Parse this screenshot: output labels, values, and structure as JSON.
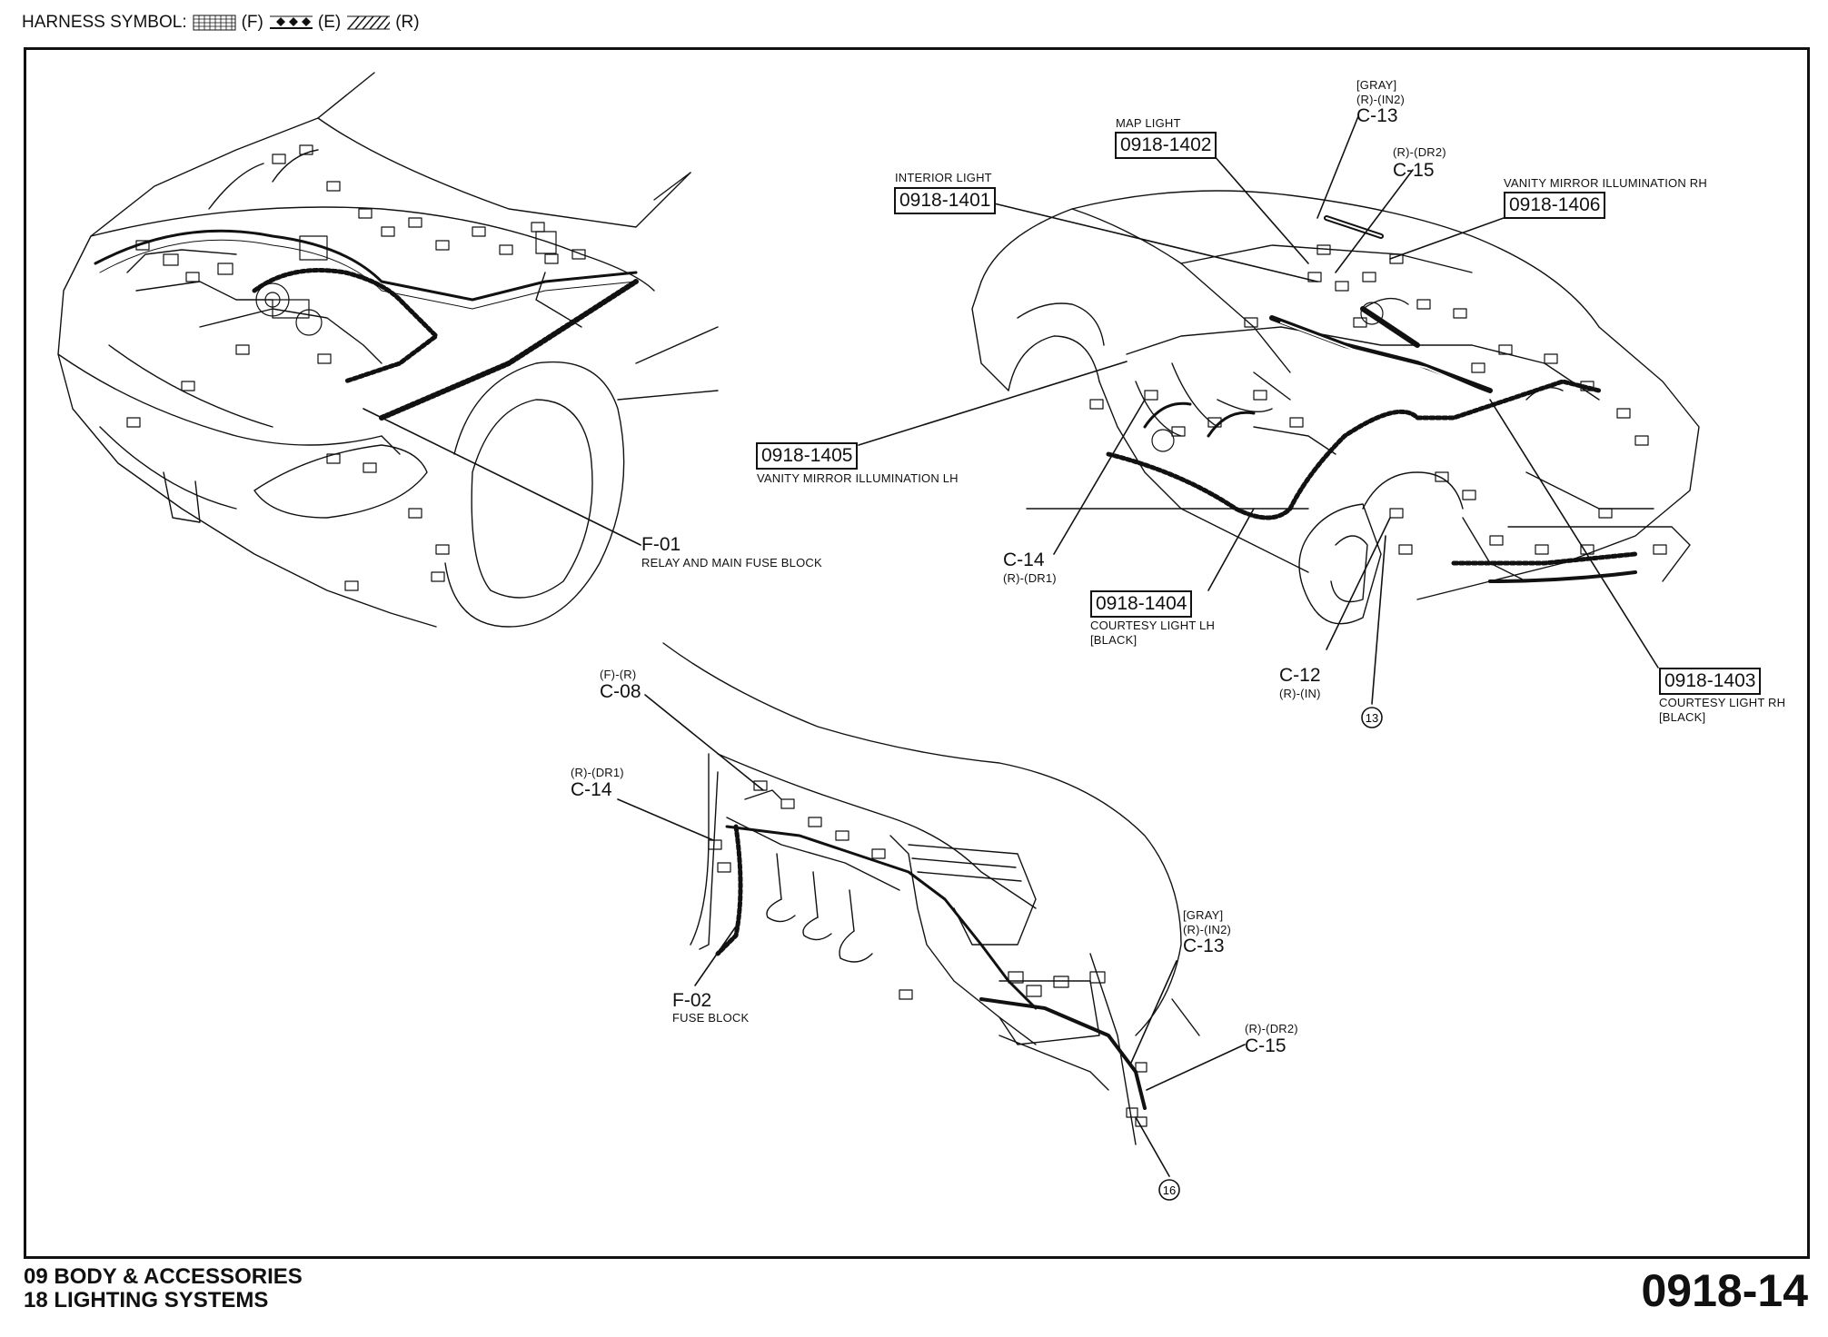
{
  "header": {
    "prefix": "HARNESS SYMBOL:",
    "symbols": [
      {
        "label": "(F)",
        "pattern": "dotted-grid"
      },
      {
        "label": "(E)",
        "pattern": "diamond-line"
      },
      {
        "label": "(R)",
        "pattern": "hatched"
      }
    ]
  },
  "labels": {
    "f01_code": "F-01",
    "f01_desc": "RELAY AND MAIN FUSE BLOCK",
    "interior_desc": "INTERIOR LIGHT",
    "interior_code": "0918-1401",
    "map_desc": "MAP LIGHT",
    "map_code": "0918-1402",
    "c13_top_gray": "[GRAY]",
    "c13_top_sub": "(R)-(IN2)",
    "c13_top_code": "C-13",
    "c15_top_sub": "(R)-(DR2)",
    "c15_top_code": "C-15",
    "vanity_rh_desc": "VANITY MIRROR ILLUMINATION RH",
    "vanity_rh_code": "0918-1406",
    "vanity_lh_code": "0918-1405",
    "vanity_lh_desc": "VANITY MIRROR ILLUMINATION LH",
    "c14_mid_code": "C-14",
    "c14_mid_sub": "(R)-(DR1)",
    "courtesy_lh_code": "0918-1404",
    "courtesy_lh_desc": "COURTESY LIGHT LH",
    "courtesy_lh_color": "[BLACK]",
    "c12_code": "C-12",
    "c12_sub": "(R)-(IN)",
    "circle13": "13",
    "courtesy_rh_code": "0918-1403",
    "courtesy_rh_desc": "COURTESY LIGHT RH",
    "courtesy_rh_color": "[BLACK]",
    "c08_sub": "(F)-(R)",
    "c08_code": "C-08",
    "c14_bot_sub": "(R)-(DR1)",
    "c14_bot_code": "C-14",
    "f02_code": "F-02",
    "f02_desc": "FUSE BLOCK",
    "c13_bot_gray": "[GRAY]",
    "c13_bot_sub": "(R)-(IN2)",
    "c13_bot_code": "C-13",
    "c15_bot_sub": "(R)-(DR2)",
    "c15_bot_code": "C-15",
    "circle16": "16"
  },
  "footer": {
    "line1": "09  BODY & ACCESSORIES",
    "line2": "18  LIGHTING SYSTEMS",
    "page": "0918-14"
  },
  "colors": {
    "ink": "#111111",
    "paper": "#ffffff"
  }
}
